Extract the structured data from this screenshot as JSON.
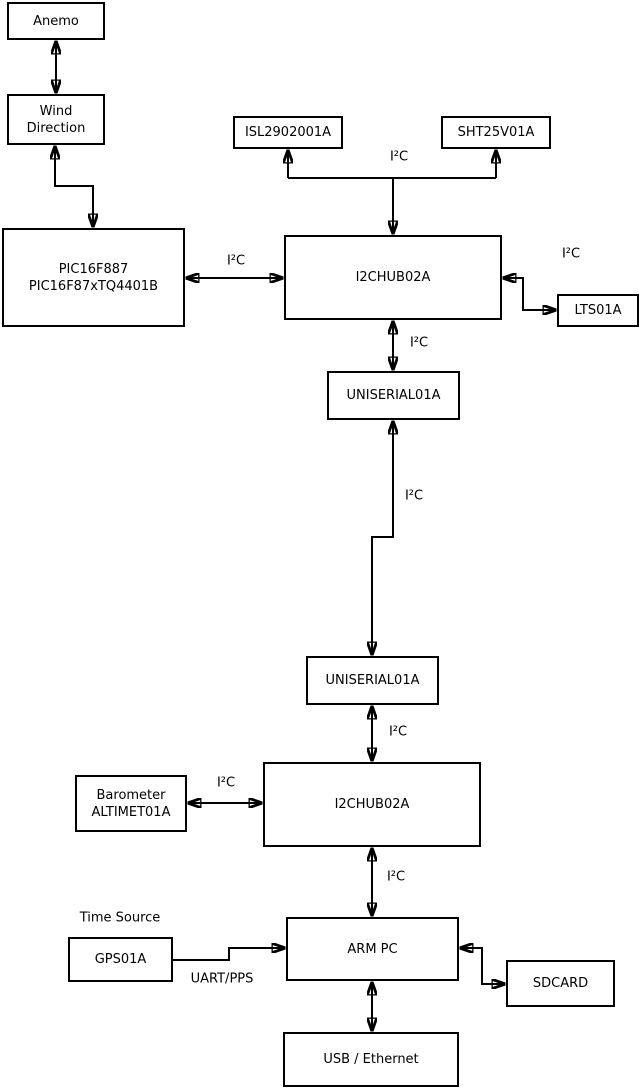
{
  "diagram": {
    "type": "block-diagram",
    "description": "Weather-station hardware architecture block diagram",
    "colors": {
      "background": "#ffffff",
      "box_fill": "#ffffff",
      "box_border": "#000000",
      "wire": "#000000",
      "text": "#000000"
    },
    "nodes": {
      "anemo": {
        "lines": [
          "Anemo"
        ]
      },
      "wind_direction": {
        "lines": [
          "Wind",
          "Direction"
        ]
      },
      "pic16f887": {
        "lines": [
          "PIC16F887",
          "PIC16F87xTQ4401B"
        ]
      },
      "isl2902001a": {
        "lines": [
          "ISL2902001A"
        ]
      },
      "sht25v01a": {
        "lines": [
          "SHT25V01A"
        ]
      },
      "i2chub02a_top": {
        "lines": [
          "I2CHUB02A"
        ]
      },
      "lts01a": {
        "lines": [
          "LTS01A"
        ]
      },
      "uniserial01a_top": {
        "lines": [
          "UNISERIAL01A"
        ]
      },
      "uniserial01a_bottom": {
        "lines": [
          "UNISERIAL01A"
        ]
      },
      "barometer_altimet01a": {
        "lines": [
          "Barometer",
          "ALTIMET01A"
        ]
      },
      "i2chub02a_bottom": {
        "lines": [
          "I2CHUB02A"
        ]
      },
      "gps01a": {
        "lines": [
          "GPS01A"
        ]
      },
      "arm_pc": {
        "lines": [
          "ARM PC"
        ]
      },
      "sdcard": {
        "lines": [
          "SDCARD"
        ]
      },
      "usb_ethernet": {
        "lines": [
          "USB / Ethernet"
        ]
      }
    },
    "edges": [
      {
        "from": "anemo",
        "to": "wind_direction",
        "arrows": "both",
        "label": ""
      },
      {
        "from": "wind_direction",
        "to": "pic16f887",
        "arrows": "both",
        "label": ""
      },
      {
        "from": "pic16f887",
        "to": "i2chub02a_top",
        "arrows": "both",
        "label": "I²C"
      },
      {
        "from": "i2chub02a_top",
        "to": [
          "isl2902001a",
          "sht25v01a"
        ],
        "arrows": "both",
        "label": "I²C"
      },
      {
        "from": "i2chub02a_top",
        "to": "lts01a",
        "arrows": "both",
        "label": "I²C"
      },
      {
        "from": "i2chub02a_top",
        "to": "uniserial01a_top",
        "arrows": "both",
        "label": "I²C"
      },
      {
        "from": "uniserial01a_top",
        "to": "uniserial01a_bottom",
        "arrows": "both",
        "label": "I²C"
      },
      {
        "from": "uniserial01a_bottom",
        "to": "i2chub02a_bottom",
        "arrows": "both",
        "label": "I²C"
      },
      {
        "from": "barometer_altimet01a",
        "to": "i2chub02a_bottom",
        "arrows": "both",
        "label": "I²C"
      },
      {
        "from": "i2chub02a_bottom",
        "to": "arm_pc",
        "arrows": "both",
        "label": "I²C"
      },
      {
        "from": "gps01a",
        "to": "arm_pc",
        "arrows": "to",
        "label": "UART/PPS"
      },
      {
        "from": "arm_pc",
        "to": "sdcard",
        "arrows": "both",
        "label": ""
      },
      {
        "from": "arm_pc",
        "to": "usb_ethernet",
        "arrows": "both",
        "label": ""
      }
    ],
    "annotations": {
      "time_source": "Time Source"
    }
  }
}
